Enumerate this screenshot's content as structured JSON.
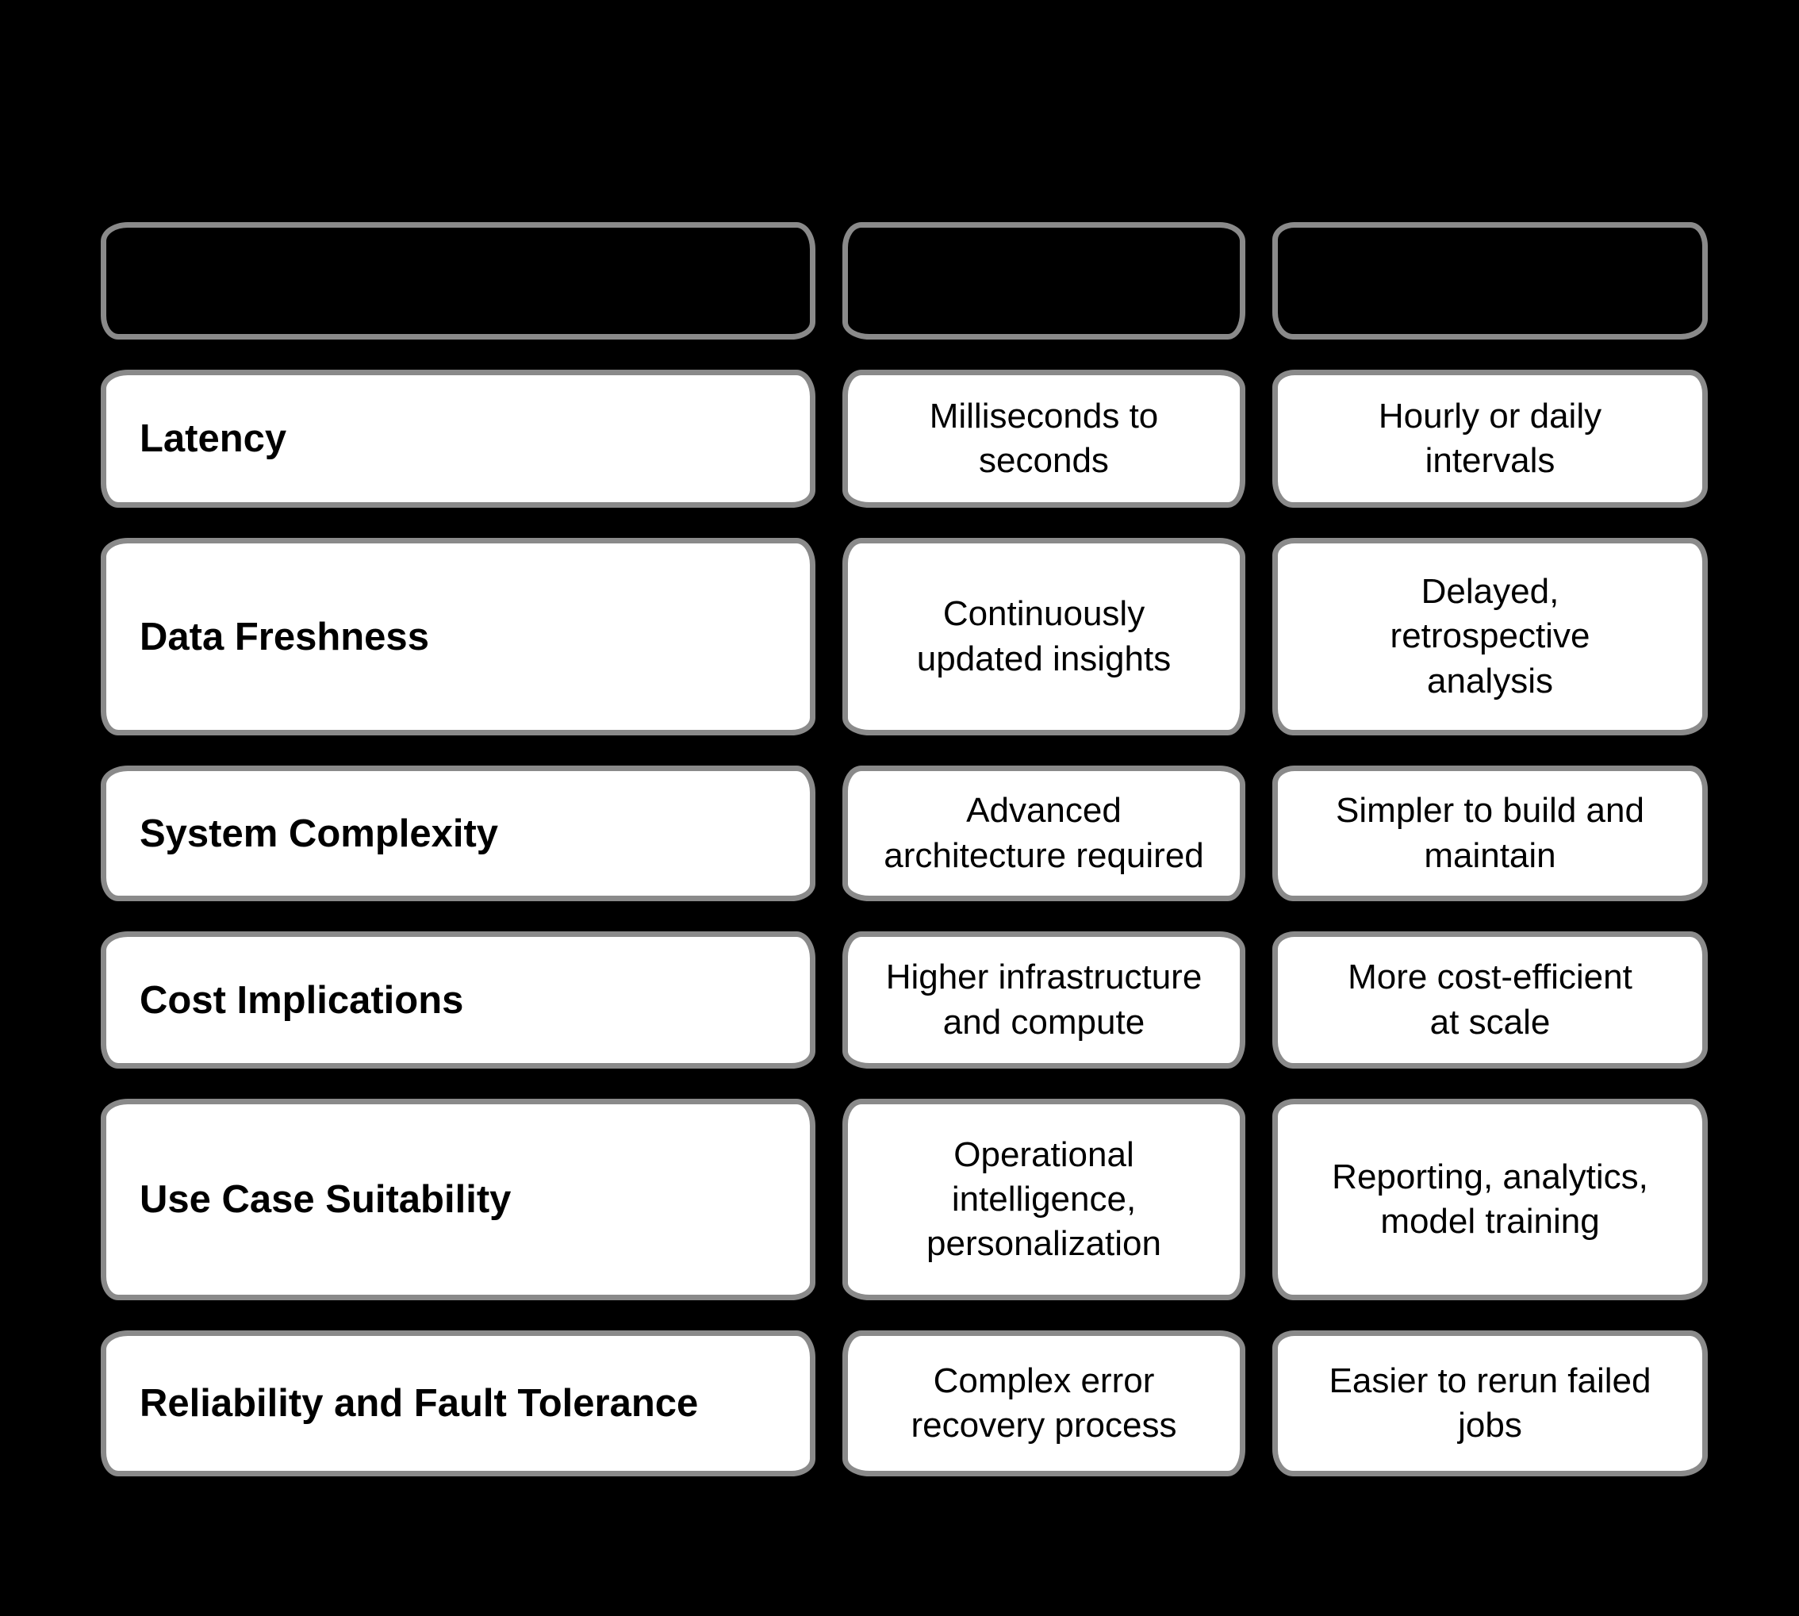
{
  "palette": {
    "background": "#000000",
    "box_border": "#8a8a8a",
    "box_fill": "#ffffff",
    "header_fill": "#000000",
    "text_color": "#000000"
  },
  "table": {
    "header": {
      "cells": [
        "",
        "",
        ""
      ]
    },
    "rows": [
      {
        "label": "Latency",
        "cells": [
          "Milliseconds to\nseconds",
          "Hourly or daily\nintervals"
        ]
      },
      {
        "label": "Data Freshness",
        "cells": [
          "Continuously\nupdated insights",
          "Delayed,\nretrospective\nanalysis"
        ]
      },
      {
        "label": "System Complexity",
        "cells": [
          "Advanced\narchitecture required",
          "Simpler to build and\nmaintain"
        ]
      },
      {
        "label": "Cost Implications",
        "cells": [
          "Higher infrastructure\nand compute",
          "More cost-efficient\nat scale"
        ]
      },
      {
        "label": "Use Case Suitability",
        "cells": [
          "Operational\nintelligence,\npersonalization",
          "Reporting, analytics,\nmodel training"
        ]
      },
      {
        "label": "Reliability and Fault Tolerance",
        "cells": [
          "Complex error\nrecovery process",
          "Easier to rerun failed\njobs"
        ]
      }
    ]
  }
}
